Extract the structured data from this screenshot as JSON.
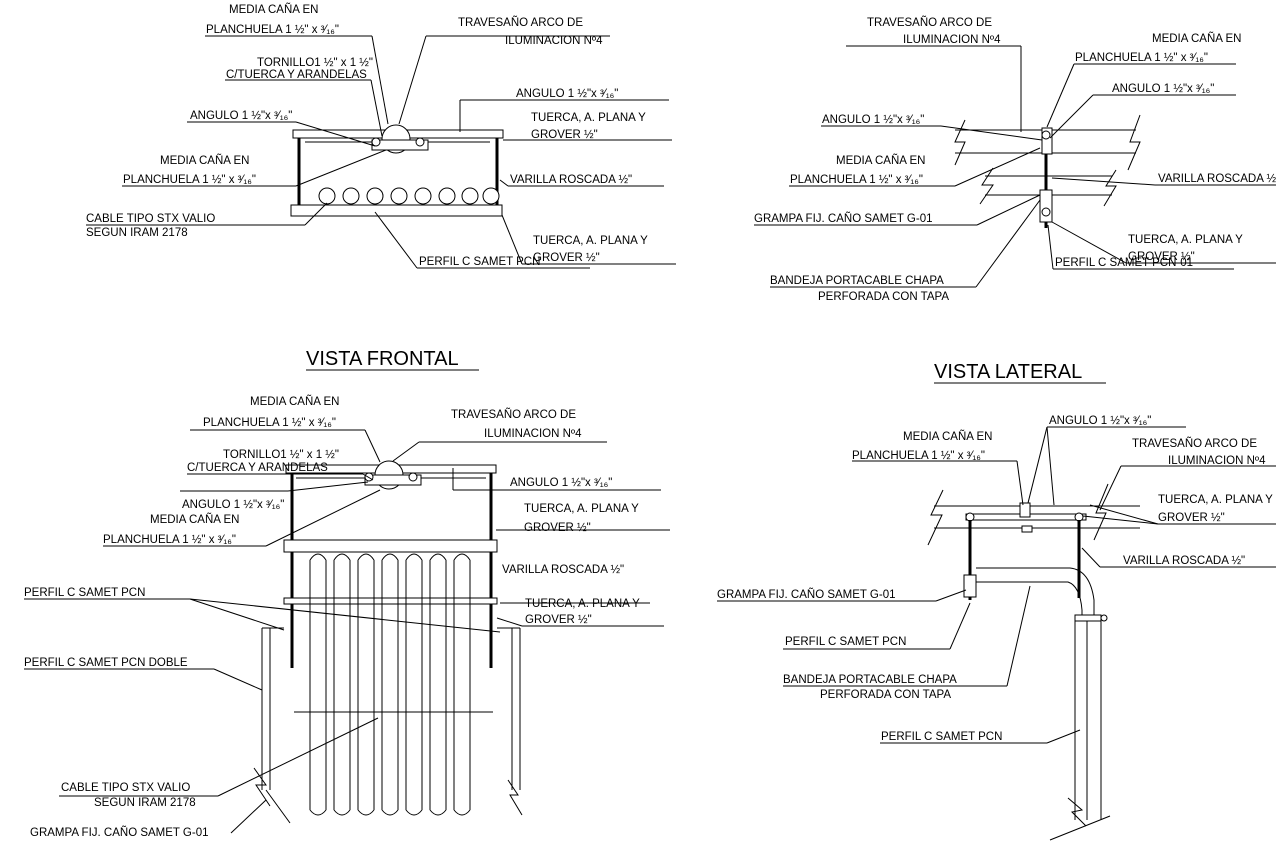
{
  "views": {
    "top_left": {
      "media_cana_1": "MEDIA CAÑA EN",
      "media_cana_2": "PLANCHUELA 1 ½\" x ³⁄₁₆\"",
      "travesano_1": "TRAVESAÑO ARCO DE",
      "travesano_2": "ILUMINACION Nº4",
      "tornillo_1": "TORNILLO1 ½\" x 1 ½\"",
      "tornillo_2": "C/TUERCA Y ARANDELAS",
      "angulo_right": "ANGULO 1 ½\"x ³⁄₁₆\"",
      "angulo_left": "ANGULO 1 ½\"x ³⁄₁₆\"",
      "tuerca_top_1": "TUERCA, A. PLANA Y",
      "tuerca_top_2": "GROVER ½\"",
      "media_cana_b1": "MEDIA CAÑA EN",
      "media_cana_b2": "PLANCHUELA 1 ½\" x ³⁄₁₆\"",
      "varilla": "VARILLA ROSCADA ½\"",
      "cable_1": "CABLE TIPO STX VALIO",
      "cable_2": "SEGUN IRAM 2178",
      "tuerca_bot_1": "TUERCA, A. PLANA Y",
      "tuerca_bot_2": "GROVER ½\"",
      "perfil": "PERFIL C SAMET PCN",
      "view_title": "VISTA FRONTAL"
    },
    "top_right": {
      "travesano_1": "TRAVESAÑO ARCO DE",
      "travesano_2": "ILUMINACION Nº4",
      "media_cana_1": "MEDIA CAÑA EN",
      "media_cana_2": "PLANCHUELA 1 ½\" x ³⁄₁₆\"",
      "angulo_right": "ANGULO 1 ½\"x ³⁄₁₆\"",
      "angulo_left": "ANGULO 1 ½\"x ³⁄₁₆\"",
      "media_cana_b1": "MEDIA CAÑA EN",
      "media_cana_b2": "PLANCHUELA 1 ½\" x ³⁄₁₆\"",
      "varilla": "VARILLA ROSCADA ½\"",
      "grampa": "GRAMPA FIJ. CAÑO  SAMET G-01",
      "tuerca_1": "TUERCA, A. PLANA Y",
      "tuerca_2": "GROVER ½\"",
      "perfil": "PERFIL C SAMET PCN-01",
      "bandeja_1": "BANDEJA PORTACABLE CHAPA",
      "bandeja_2": "PERFORADA CON TAPA",
      "view_title": "VISTA LATERAL"
    },
    "bottom_left": {
      "media_cana_1": "MEDIA CAÑA EN",
      "media_cana_2": "PLANCHUELA 1 ½\" x ³⁄₁₆\"",
      "travesano_1": "TRAVESAÑO ARCO DE",
      "travesano_2": "ILUMINACION Nº4",
      "tornillo_1": "TORNILLO1 ½\" x 1 ½\"",
      "tornillo_2": "C/TUERCA Y ARANDELAS",
      "angulo_right": "ANGULO 1 ½\"x ³⁄₁₆\"",
      "angulo_left": "ANGULO 1 ½\"x ³⁄₁₆\"",
      "tuerca_top_1": "TUERCA, A. PLANA Y",
      "tuerca_top_2": "GROVER ½\"",
      "media_cana_b1": "MEDIA CAÑA EN",
      "media_cana_b2": "PLANCHUELA 1 ½\" x ³⁄₁₆\"",
      "varilla": "VARILLA ROSCADA ½\"",
      "perfil": "PERFIL C SAMET PCN",
      "tuerca_bot_1": "TUERCA, A. PLANA Y",
      "tuerca_bot_2": "GROVER ½\"",
      "perfil_doble": "PERFIL C SAMET PCN DOBLE",
      "cable_1": "CABLE TIPO STX VALIO",
      "cable_2": "SEGUN IRAM 2178",
      "grampa": "GRAMPA FIJ. CAÑO  SAMET G-01"
    },
    "bottom_right": {
      "angulo": "ANGULO 1 ½\"x ³⁄₁₆\"",
      "media_cana_1": "MEDIA CAÑA EN",
      "media_cana_2": "PLANCHUELA 1 ½\" x ³⁄₁₆\"",
      "travesano_1": "TRAVESAÑO ARCO DE",
      "travesano_2": "ILUMINACION Nº4",
      "tuerca_1": "TUERCA, A. PLANA Y",
      "tuerca_2": "GROVER ½\"",
      "varilla": "VARILLA ROSCADA ½\"",
      "grampa": "GRAMPA FIJ. CAÑO  SAMET G-01",
      "perfil_1": "PERFIL C SAMET PCN",
      "bandeja_1": "BANDEJA PORTACABLE CHAPA",
      "bandeja_2": "PERFORADA CON TAPA",
      "perfil_2": "PERFIL C SAMET PCN"
    }
  }
}
